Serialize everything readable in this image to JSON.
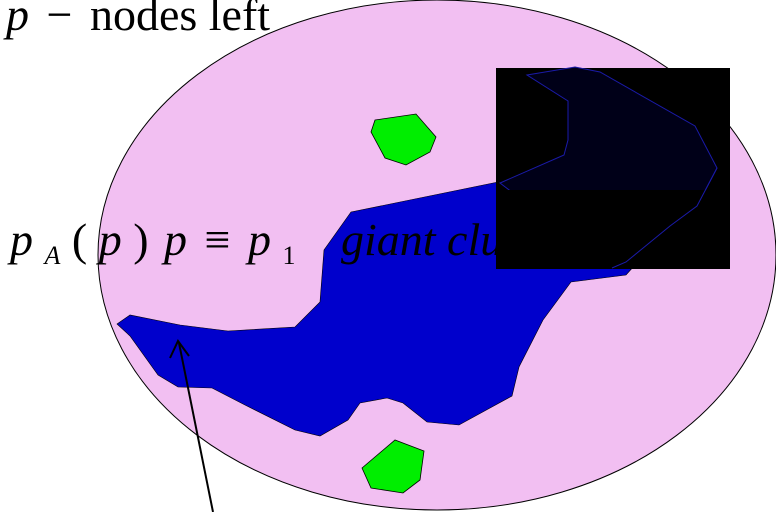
{
  "colors": {
    "background": "#ffffff",
    "network": "#f2bff2",
    "giant_cluster": "#0000cc",
    "small_cluster": "#00ee00",
    "occluder": "#000000",
    "outline": "#000000"
  },
  "texts": {
    "top": {
      "var": "p",
      "minus": "−",
      "rest": "nodes left"
    },
    "formula": {
      "p": "p",
      "sub_a": "A",
      "lparen": "(",
      "arg": "p",
      "rparen": ")",
      "p2": "p",
      "equiv": "≡",
      "p3": "p",
      "sub_1": "1",
      "caption": "giant clu"
    }
  },
  "icons": {
    "pointer": "arrow-up-icon"
  }
}
